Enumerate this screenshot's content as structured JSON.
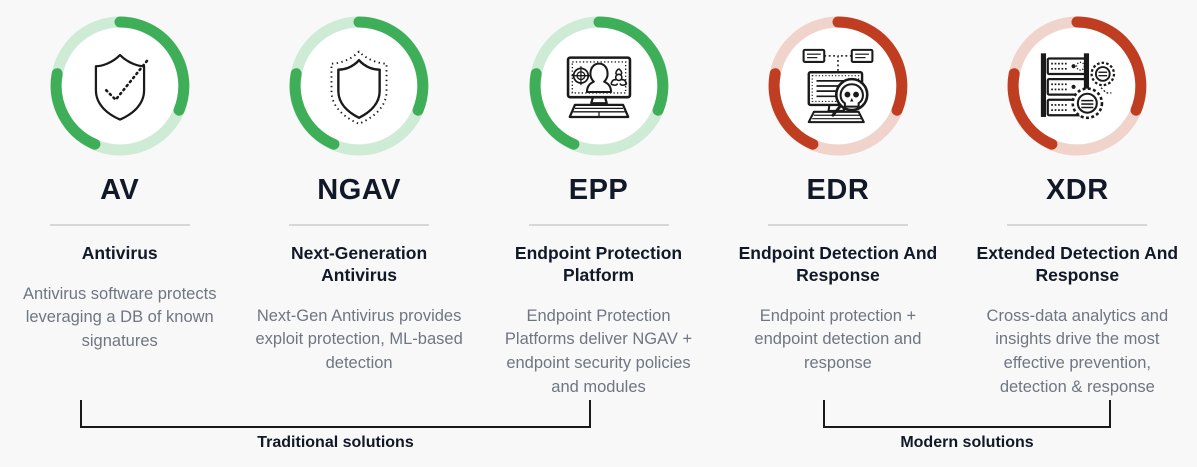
{
  "page": {
    "background_color": "#f8f8f8",
    "green_accent": "#3fae59",
    "green_accent_light": "#cdebd5",
    "red_accent": "#bf3d20",
    "red_accent_light": "#f0d3cb",
    "title_color": "#111827",
    "body_text_color": "#6f7682"
  },
  "columns": [
    {
      "acronym": "AV",
      "full_name": "Antivirus",
      "description": "Antivirus software protects leveraging a DB of known signatures",
      "icon": "shield-check-icon",
      "ring_color": "#3fae59",
      "ring_track_color": "#cdebd5",
      "group": "traditional"
    },
    {
      "acronym": "NGAV",
      "full_name": "Next-Generation Antivirus",
      "description": "Next-Gen Antivirus provides exploit protection, ML-based detection",
      "icon": "shield-dotted-icon",
      "ring_color": "#3fae59",
      "ring_track_color": "#cdebd5",
      "group": "traditional"
    },
    {
      "acronym": "EPP",
      "full_name": "Endpoint Protection Platform",
      "description": "Endpoint Protection Platforms deliver NGAV + endpoint security policies and modules",
      "icon": "desktop-malware-icon",
      "ring_color": "#3fae59",
      "ring_track_color": "#cdebd5",
      "group": "traditional"
    },
    {
      "acronym": "EDR",
      "full_name": "Endpoint Detection And Response",
      "description": "Endpoint protection + endpoint detection and response",
      "icon": "desktop-skull-magnifier-icon",
      "ring_color": "#bf3d20",
      "ring_track_color": "#f0d3cb",
      "group": "modern"
    },
    {
      "acronym": "XDR",
      "full_name": "Extended Detection And Response",
      "description": "Cross-data analytics and insights drive the most effective prevention, detection & response",
      "icon": "server-gears-icon",
      "ring_color": "#bf3d20",
      "ring_track_color": "#f0d3cb",
      "group": "modern"
    }
  ],
  "groups": {
    "traditional": {
      "label": "Traditional solutions"
    },
    "modern": {
      "label": "Modern solutions"
    }
  }
}
